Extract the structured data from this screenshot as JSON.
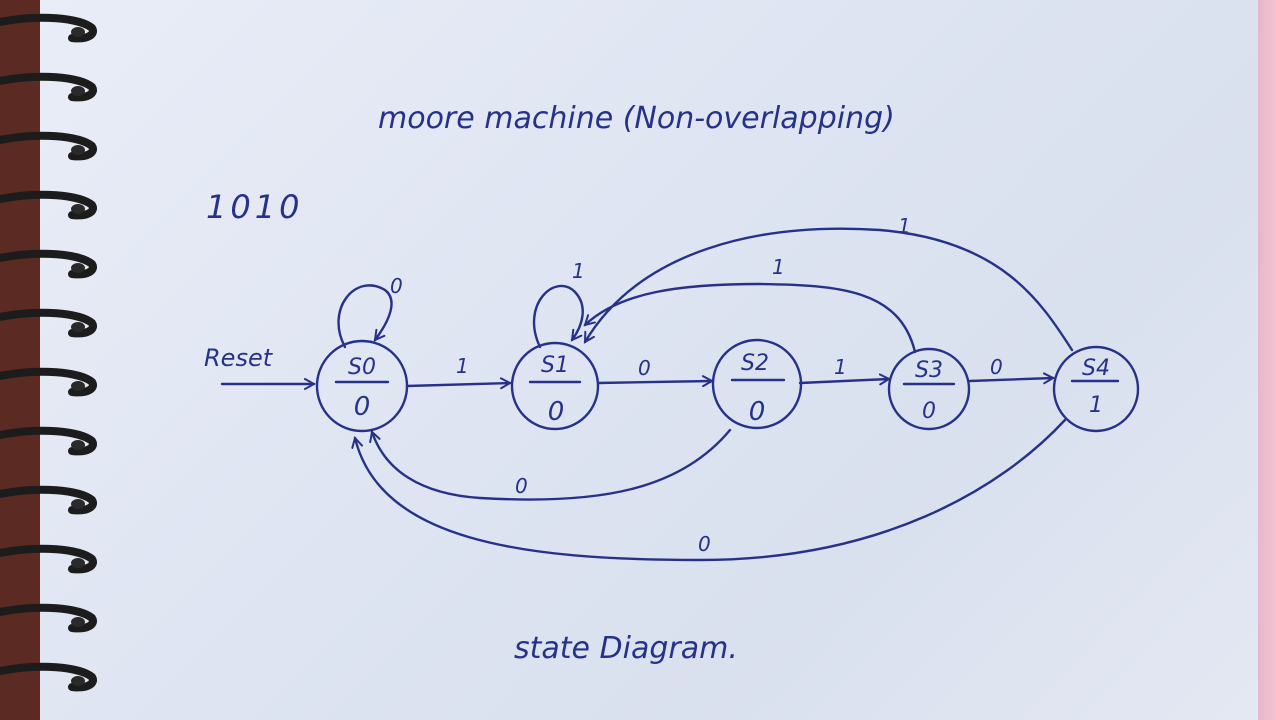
{
  "diagram": {
    "title": "moore machine (Non-overlapping)",
    "sequence": "1010",
    "caption": "state Diagram.",
    "reset_label": "Reset",
    "states": [
      {
        "id": "s0",
        "name": "S0",
        "output": "0"
      },
      {
        "id": "s1",
        "name": "S1",
        "output": "0"
      },
      {
        "id": "s2",
        "name": "S2",
        "output": "0"
      },
      {
        "id": "s3",
        "name": "S3",
        "output": "0"
      },
      {
        "id": "s4",
        "name": "S4",
        "output": "1"
      }
    ],
    "transitions": [
      {
        "from": "S0",
        "to": "S0",
        "input": "0"
      },
      {
        "from": "S0",
        "to": "S1",
        "input": "1"
      },
      {
        "from": "S1",
        "to": "S1",
        "input": "1"
      },
      {
        "from": "S1",
        "to": "S2",
        "input": "0"
      },
      {
        "from": "S2",
        "to": "S3",
        "input": "1"
      },
      {
        "from": "S3",
        "to": "S4",
        "input": "0"
      },
      {
        "from": "S3",
        "to": "S1",
        "input": "1"
      },
      {
        "from": "S4",
        "to": "S1",
        "input": "1"
      },
      {
        "from": "S2",
        "to": "S0",
        "input": "0"
      },
      {
        "from": "S4",
        "to": "S0",
        "input": "0"
      }
    ]
  },
  "colors": {
    "ink": "#26328a",
    "paper": "#e3e8f3",
    "binding": "#5b2a22"
  }
}
